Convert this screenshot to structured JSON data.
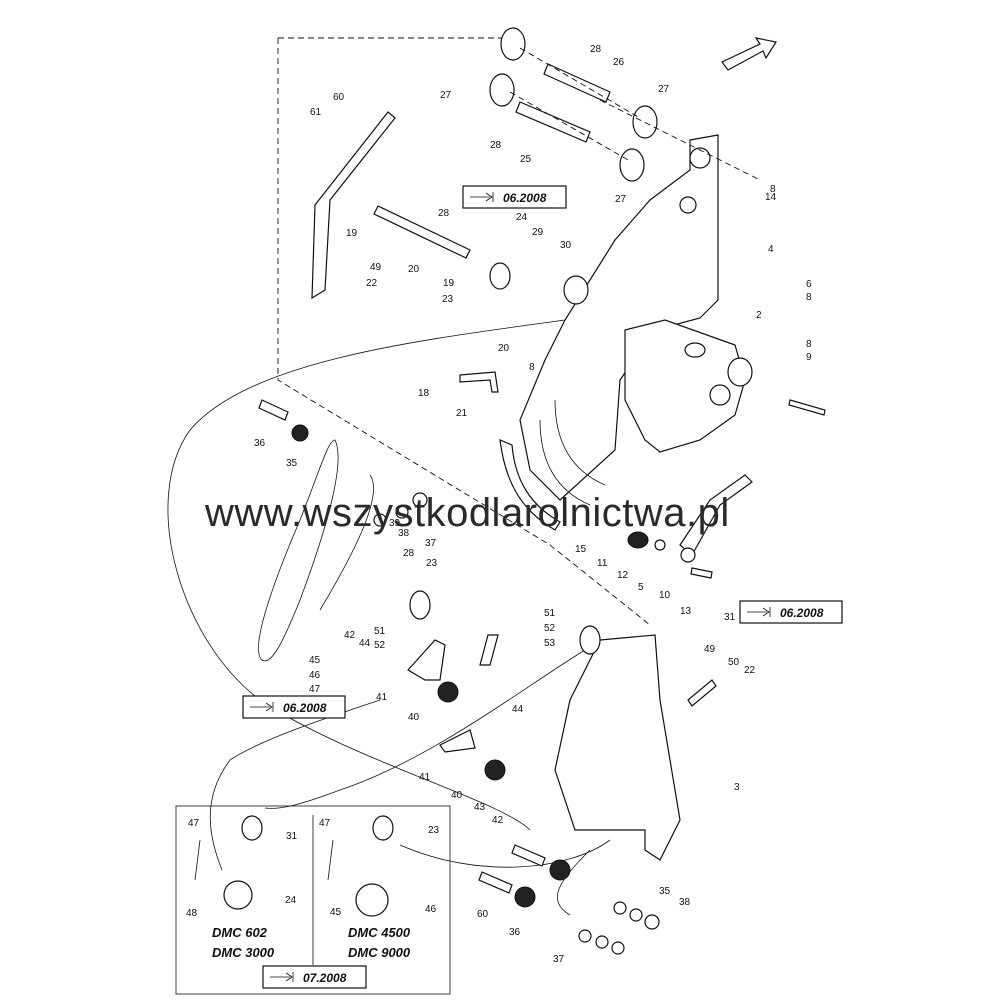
{
  "watermark": "www.wszystkodlarolnictwa.pl",
  "date_boxes": [
    {
      "text": "06.2008"
    },
    {
      "text": "06.2008"
    },
    {
      "text": "06.2008"
    },
    {
      "text": "07.2008"
    }
  ],
  "callouts": [
    "27",
    "28",
    "26",
    "27",
    "28",
    "25",
    "27",
    "8",
    "14",
    "4",
    "60",
    "61",
    "28",
    "24",
    "29",
    "30",
    "19",
    "49",
    "22",
    "20",
    "19",
    "23",
    "20",
    "18",
    "21",
    "8",
    "6",
    "8",
    "2",
    "8",
    "9",
    "36",
    "35",
    "39",
    "38",
    "37",
    "15",
    "11",
    "12",
    "5",
    "10",
    "13",
    "28",
    "23",
    "42",
    "44",
    "51",
    "52",
    "51",
    "52",
    "53",
    "41",
    "40",
    "44",
    "41",
    "40",
    "43",
    "42",
    "31",
    "49",
    "50",
    "22",
    "3",
    "45",
    "46",
    "47",
    "47",
    "31",
    "48",
    "24",
    "47",
    "23",
    "45",
    "46",
    "60",
    "36",
    "35",
    "38",
    "37",
    "39"
  ],
  "models": {
    "left": [
      "DMC 602",
      "DMC 3000"
    ],
    "right": [
      "DMC 4500",
      "DMC 9000"
    ]
  }
}
